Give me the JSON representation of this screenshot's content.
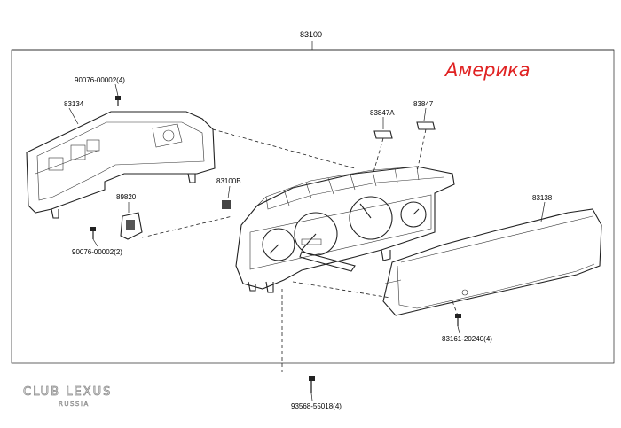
{
  "diagram": {
    "assembly_part": "83100",
    "annotation": "Америка",
    "parts": {
      "p83134": "83134",
      "p90076_top": "90076-00002(4)",
      "p89820": "89820",
      "p90076_bottom": "90076-00002(2)",
      "p83100B": "83100B",
      "p83847A": "83847A",
      "p83847": "83847",
      "p83138": "83138",
      "p83161": "83161-20240(4)",
      "p93568": "93568-55018(4)"
    },
    "watermark": {
      "line1": "CLUB LEXUS",
      "line2": "RUSSIA"
    }
  }
}
